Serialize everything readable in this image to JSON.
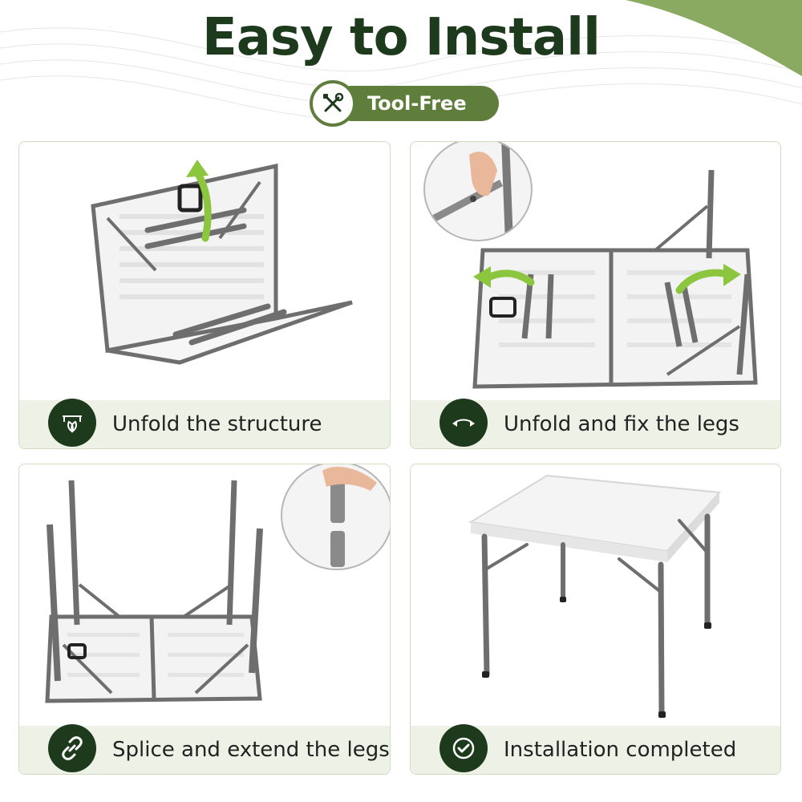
{
  "header": {
    "title": "Easy to Install",
    "badge_label": "Tool-Free"
  },
  "steps": [
    {
      "caption": "Unfold the structure",
      "icon": "table-unfold-icon"
    },
    {
      "caption": "Unfold and fix the legs",
      "icon": "curved-arrows-icon"
    },
    {
      "caption": "Splice and extend the legs",
      "icon": "chain-link-icon"
    },
    {
      "caption": "Installation completed",
      "icon": "check-circle-icon"
    }
  ],
  "colors": {
    "title": "#1e3a1c",
    "accent_green": "#5f7d3b",
    "arrow_green": "#8cc63f",
    "caption_bar": "#eef2e6",
    "frame_grey": "#6e6e6e"
  }
}
